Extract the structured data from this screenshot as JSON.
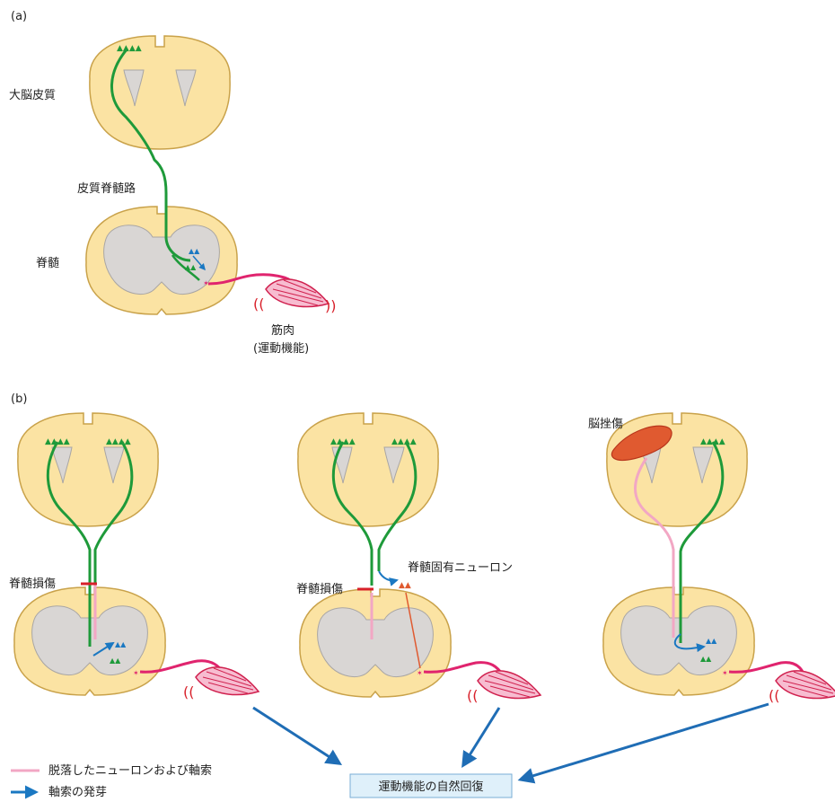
{
  "panel_a": {
    "label": "(a)",
    "cortex_label": "大脳皮質",
    "tract_label": "皮質脊髄路",
    "spinal_label": "脊髄",
    "muscle_label_1": "筋肉",
    "muscle_label_2": "(運動機能)"
  },
  "panel_b": {
    "label": "(b)",
    "injury_left": "脊髄損傷",
    "injury_mid": "脊髄損傷",
    "propriospinal_label": "脊髄固有ニューロン",
    "brain_injury": "脳挫傷",
    "recovery_box": "運動機能の自然回復"
  },
  "legend": {
    "lost_label": "脱落したニューロンおよび軸索",
    "sprout_label": "軸索の発芽"
  },
  "colors": {
    "tissue": "#fbe3a3",
    "tissue_stroke": "#c9a24a",
    "gray_matter": "#d9d6d4",
    "tract": "#1e9a3a",
    "lost": "#f2a7c4",
    "sprout": "#1a78c2",
    "motor": "#e0246e",
    "injury": "#d8202a",
    "lesion": "#e05a30",
    "arrow": "#1f6db5",
    "box_fill": "#dff0fa"
  }
}
